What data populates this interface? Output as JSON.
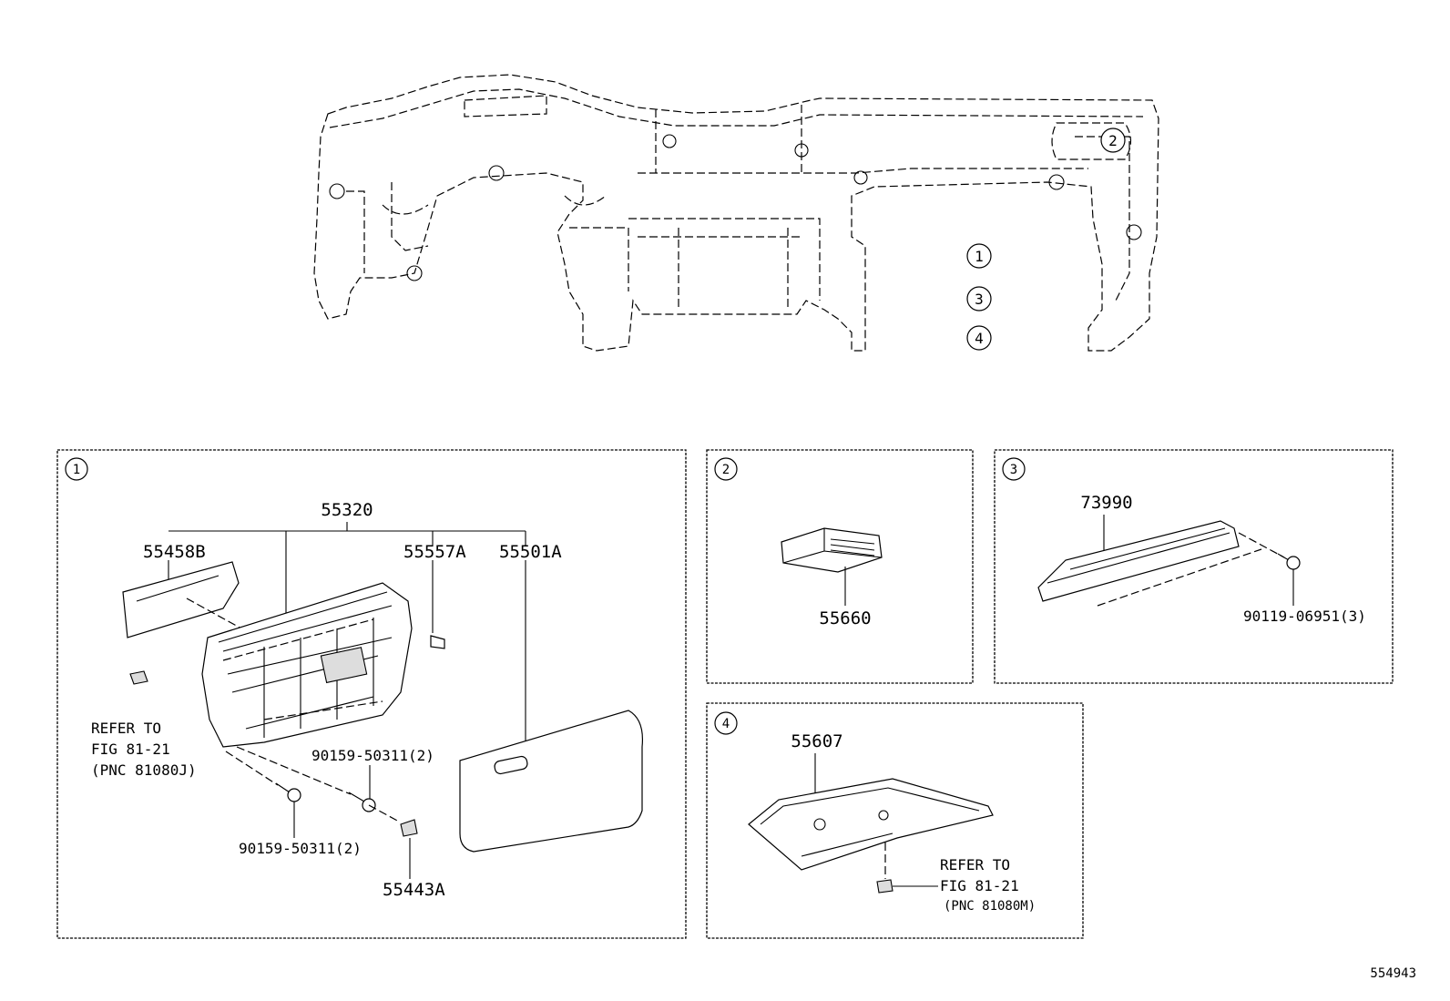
{
  "overview": {
    "callouts": [
      "1",
      "2",
      "3",
      "4"
    ]
  },
  "panel1": {
    "index": "1",
    "labels": {
      "p55320": "55320",
      "p55458B": "55458B",
      "p55557A": "55557A",
      "p55501A": "55501A",
      "screw_upper": "90159-50311(2)",
      "screw_lower": "90159-50311(2)",
      "p55443A": "55443A",
      "refer_line1": "REFER TO",
      "refer_line2": "FIG 81-21",
      "refer_line3": "(PNC 81080J)"
    }
  },
  "panel2": {
    "index": "2",
    "labels": {
      "p55660": "55660"
    }
  },
  "panel3": {
    "index": "3",
    "labels": {
      "p73990": "73990",
      "bolt": "90119-06951(3)"
    }
  },
  "panel4": {
    "index": "4",
    "labels": {
      "p55607": "55607",
      "refer_line1": "REFER TO",
      "refer_line2": "FIG 81-21",
      "refer_line3": "(PNC 81080M)"
    }
  },
  "figure_id": "554943"
}
